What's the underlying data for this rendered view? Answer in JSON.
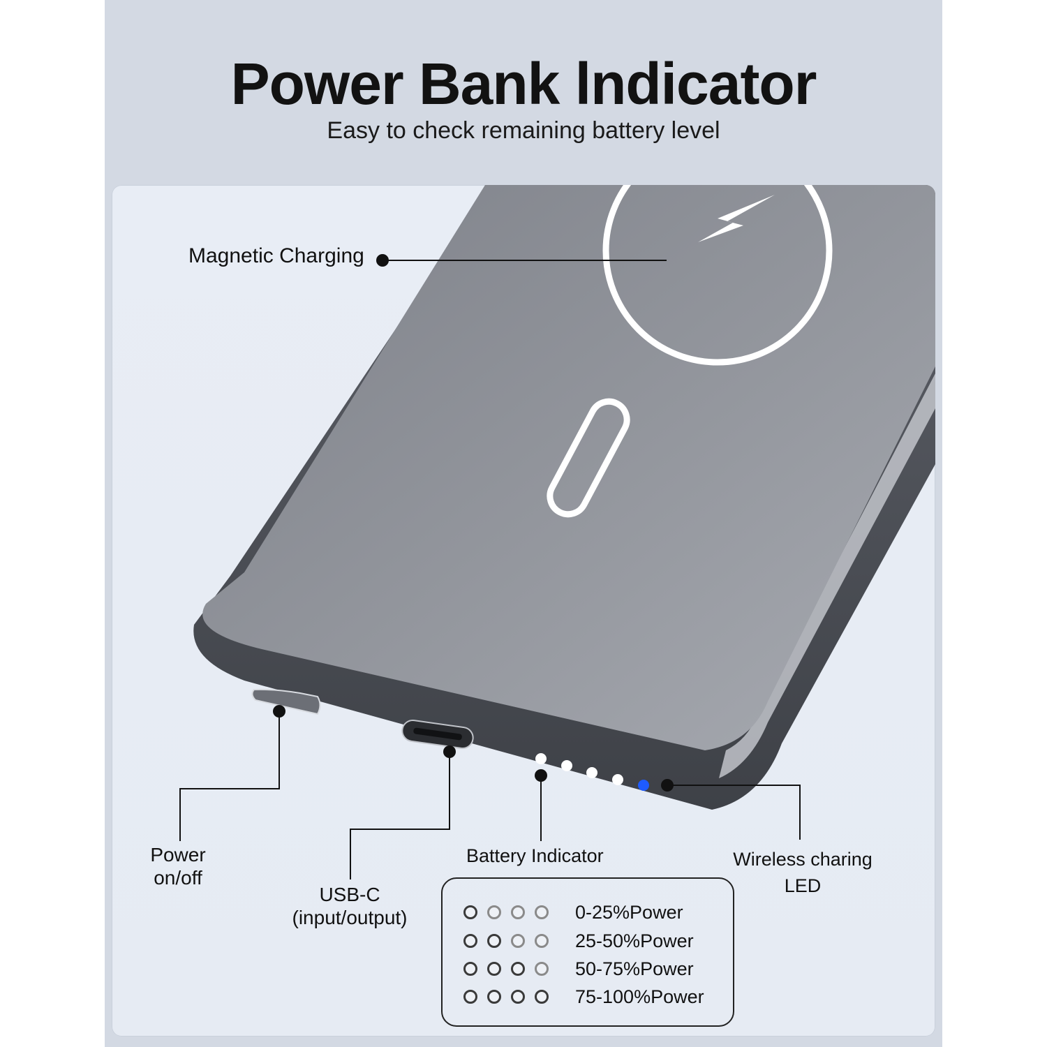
{
  "header": {
    "title": "Power Bank lndicator",
    "subtitle": "Easy to check remaining battery level"
  },
  "callouts": {
    "magnetic_charging": "Magnetic Charging",
    "power_line1": "Power",
    "power_line2": "on/off",
    "usbc_line1": "USB-C",
    "usbc_line2": "(input/output)",
    "battery_indicator": "Battery Indicator",
    "wireless_line1": "Wireless charing",
    "wireless_line2": "LED"
  },
  "legend": {
    "rows": [
      {
        "label": "0-25%Power",
        "lit": 1
      },
      {
        "label": "25-50%Power",
        "lit": 2
      },
      {
        "label": "50-75%Power",
        "lit": 3
      },
      {
        "label": "75-100%Power",
        "lit": 4
      }
    ]
  },
  "icons": {
    "charging": "lightning-bolt-icon"
  },
  "colors": {
    "background": "#d3d9e3",
    "device_body": "#8d9097",
    "wireless_led": "#1e5bff"
  }
}
